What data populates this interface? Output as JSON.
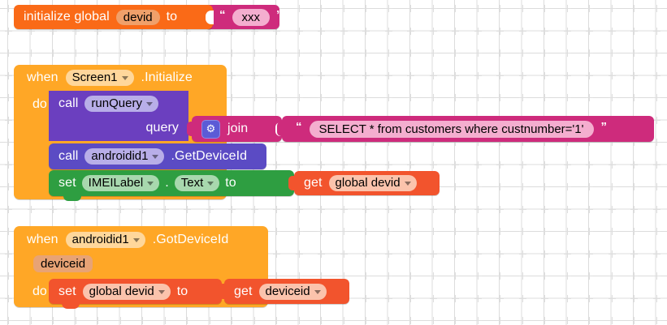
{
  "app": {
    "name": "MIT App Inventor Blocks Editor",
    "canvas_background": "#ffffff",
    "grid_mark": "plus"
  },
  "colors": {
    "event_block": "#FFA726",
    "method_call_block": "#5B4BC4",
    "component_setter_block": "#2E9E41",
    "variable_block": "#F2542D",
    "text_block": "#CE2B7C",
    "init_global_block": "#FA6A17",
    "mutator_icon": "#5B5BD6"
  },
  "blocks": [
    {
      "id": "init-global-devid",
      "type": "initialize-global",
      "label_prefix": "initialize global",
      "variable_name": "devid",
      "label_to": "to",
      "value": {
        "type": "text",
        "open_quote": "“",
        "close_quote": "”",
        "text": "xxx"
      }
    },
    {
      "id": "when-screen1-initialize",
      "type": "event-handler",
      "label_when": "when",
      "component": "Screen1",
      "event": ".Initialize",
      "label_do": "do",
      "body": [
        {
          "id": "call-runquery",
          "type": "method-call",
          "label_call": "call",
          "component": "runQuery",
          "method": "",
          "socket_label": "query",
          "argument": {
            "type": "join",
            "mutator_icon": "gear-icon",
            "label": "join",
            "items": [
              {
                "type": "text",
                "open_quote": "“",
                "close_quote": "”",
                "text": "SELECT  * from customers where custnumber='1'"
              }
            ]
          }
        },
        {
          "id": "call-androidid1-getdeviceid",
          "type": "method-call",
          "label_call": "call",
          "component": "androidid1",
          "method": ".GetDeviceId"
        },
        {
          "id": "set-imeilabel-text",
          "type": "component-setter",
          "label_set": "set",
          "component": "IMEILabel",
          "separator": ".",
          "property": "Text",
          "label_to": "to",
          "value": {
            "type": "get-variable",
            "label_get": "get",
            "variable": "global devid"
          }
        }
      ]
    },
    {
      "id": "when-androidid1-gotdeviceid",
      "type": "event-handler",
      "label_when": "when",
      "component": "androidid1",
      "event": ".GotDeviceId",
      "parameters": [
        "deviceid"
      ],
      "label_do": "do",
      "body": [
        {
          "id": "set-global-devid",
          "type": "set-variable",
          "label_set": "set",
          "variable": "global devid",
          "label_to": "to",
          "value": {
            "type": "get-variable",
            "label_get": "get",
            "variable": "deviceid"
          }
        }
      ]
    }
  ]
}
